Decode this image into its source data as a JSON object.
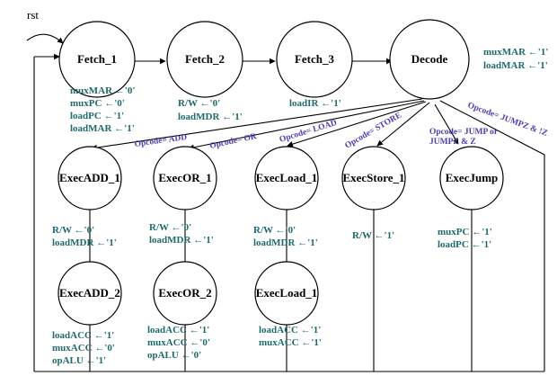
{
  "reset_label": "rst",
  "states": {
    "fetch1": "Fetch_1",
    "fetch2": "Fetch_2",
    "fetch3": "Fetch_3",
    "decode": "Decode",
    "execadd1": "ExecADD_1",
    "execor1": "ExecOR_1",
    "execload1": "ExecLoad_1",
    "execstore1": "ExecStore_1",
    "execjump": "ExecJump",
    "execadd2": "ExecADD_2",
    "execor2": "ExecOR_2",
    "execload1b": "ExecLoad_1"
  },
  "signals": {
    "fetch1": [
      "muxMAR ←'0'",
      "muxPC ←'0'",
      "loadPC ←'1'",
      "loadMAR ←'1'"
    ],
    "fetch2": [
      "R/W ←'0'",
      "loadMDR ←'1'"
    ],
    "fetch3": [
      "loadIR ←'1'"
    ],
    "decode": [
      "muxMAR ←'1'",
      "loadMAR ←'1'"
    ],
    "execadd1": [
      "R/W ←'0'",
      "loadMDR ←'1'"
    ],
    "execor1": [
      "R/W ←'0'",
      "loadMDR ←'1'"
    ],
    "execload1": [
      "R/W ←'0'",
      "loadMDR ←'1'"
    ],
    "execstore1": [
      "R/W ←'1'"
    ],
    "execjump": [
      "muxPC ←'1'",
      "loadPC ←'1'"
    ],
    "execadd2": [
      "loadACC ←'1'",
      "muxACC ←'0'",
      "opALU ←'1'"
    ],
    "execor2": [
      "loadACC ←'1'",
      "muxACC ←'0'",
      "opALU ←'0'"
    ],
    "execload1b": [
      "loadACC ←'1'",
      "muxACC ←'1'"
    ]
  },
  "conditions": {
    "add": "Opcode= ADD",
    "or": "Opcode= OR",
    "load": "Opcode= LOAD",
    "store": "Opcode= STORE",
    "jump_line1": "Opcode= JUMP or",
    "jump_line2": "JUMPZ & Z",
    "jumpz": "Opcode= JUMPZ & !Z"
  },
  "colors": {
    "signal_text": "#1f6b6b",
    "condition_text": "#4a3fb0",
    "line": "#000000"
  }
}
